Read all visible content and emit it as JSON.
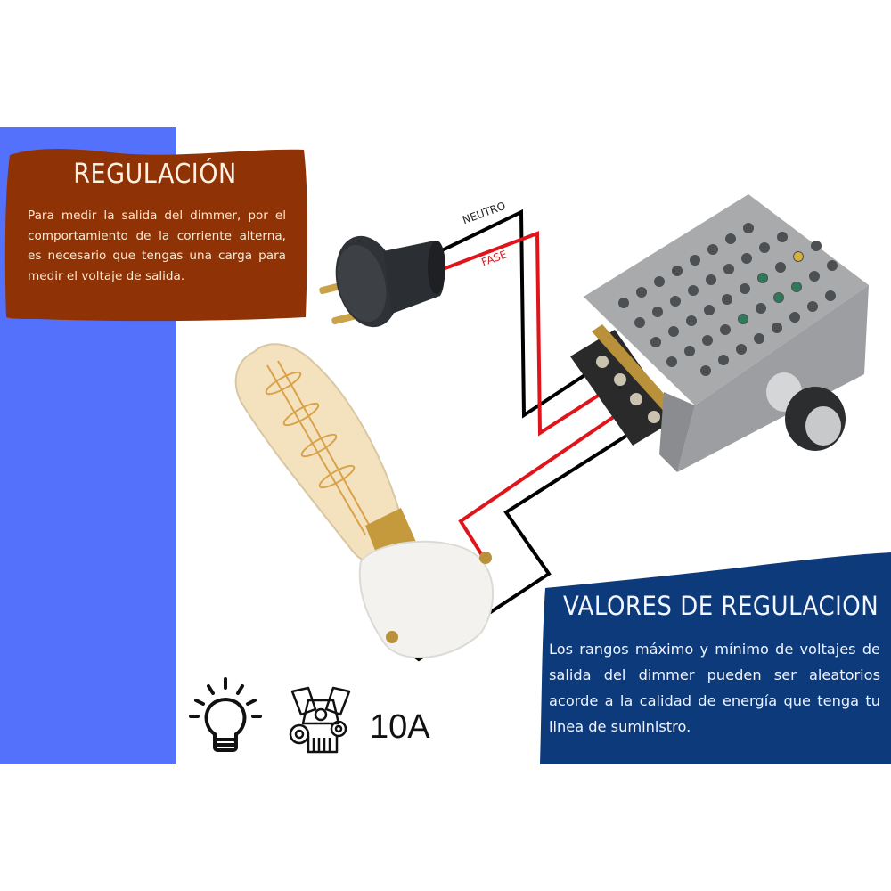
{
  "regulacion_card": {
    "title": "REGULACIÓN",
    "body": "Para medir la salida del dimmer, por el comportamiento de la corriente alterna, es necesario que tengas una carga para medir el voltaje de salida."
  },
  "valores_card": {
    "title": "VALORES DE REGULACION",
    "body": "Los rangos máximo y mínimo de voltajes de salida del dimmer pueden ser aleatorios acorde a la calidad de energía que tenga tu linea de suministro."
  },
  "wiring_labels": {
    "neutral": "NEUTRO",
    "phase": "FASE"
  },
  "specs": {
    "icons": [
      "light-bulb-icon",
      "motor-engine-icon"
    ],
    "current_rating": "10A"
  },
  "colors": {
    "blue_band": "#5471fb",
    "brown_card": "#8f3306",
    "navy_card": "#0d3a7b",
    "wire_neutral": "#000000",
    "wire_phase": "#e0141b"
  }
}
